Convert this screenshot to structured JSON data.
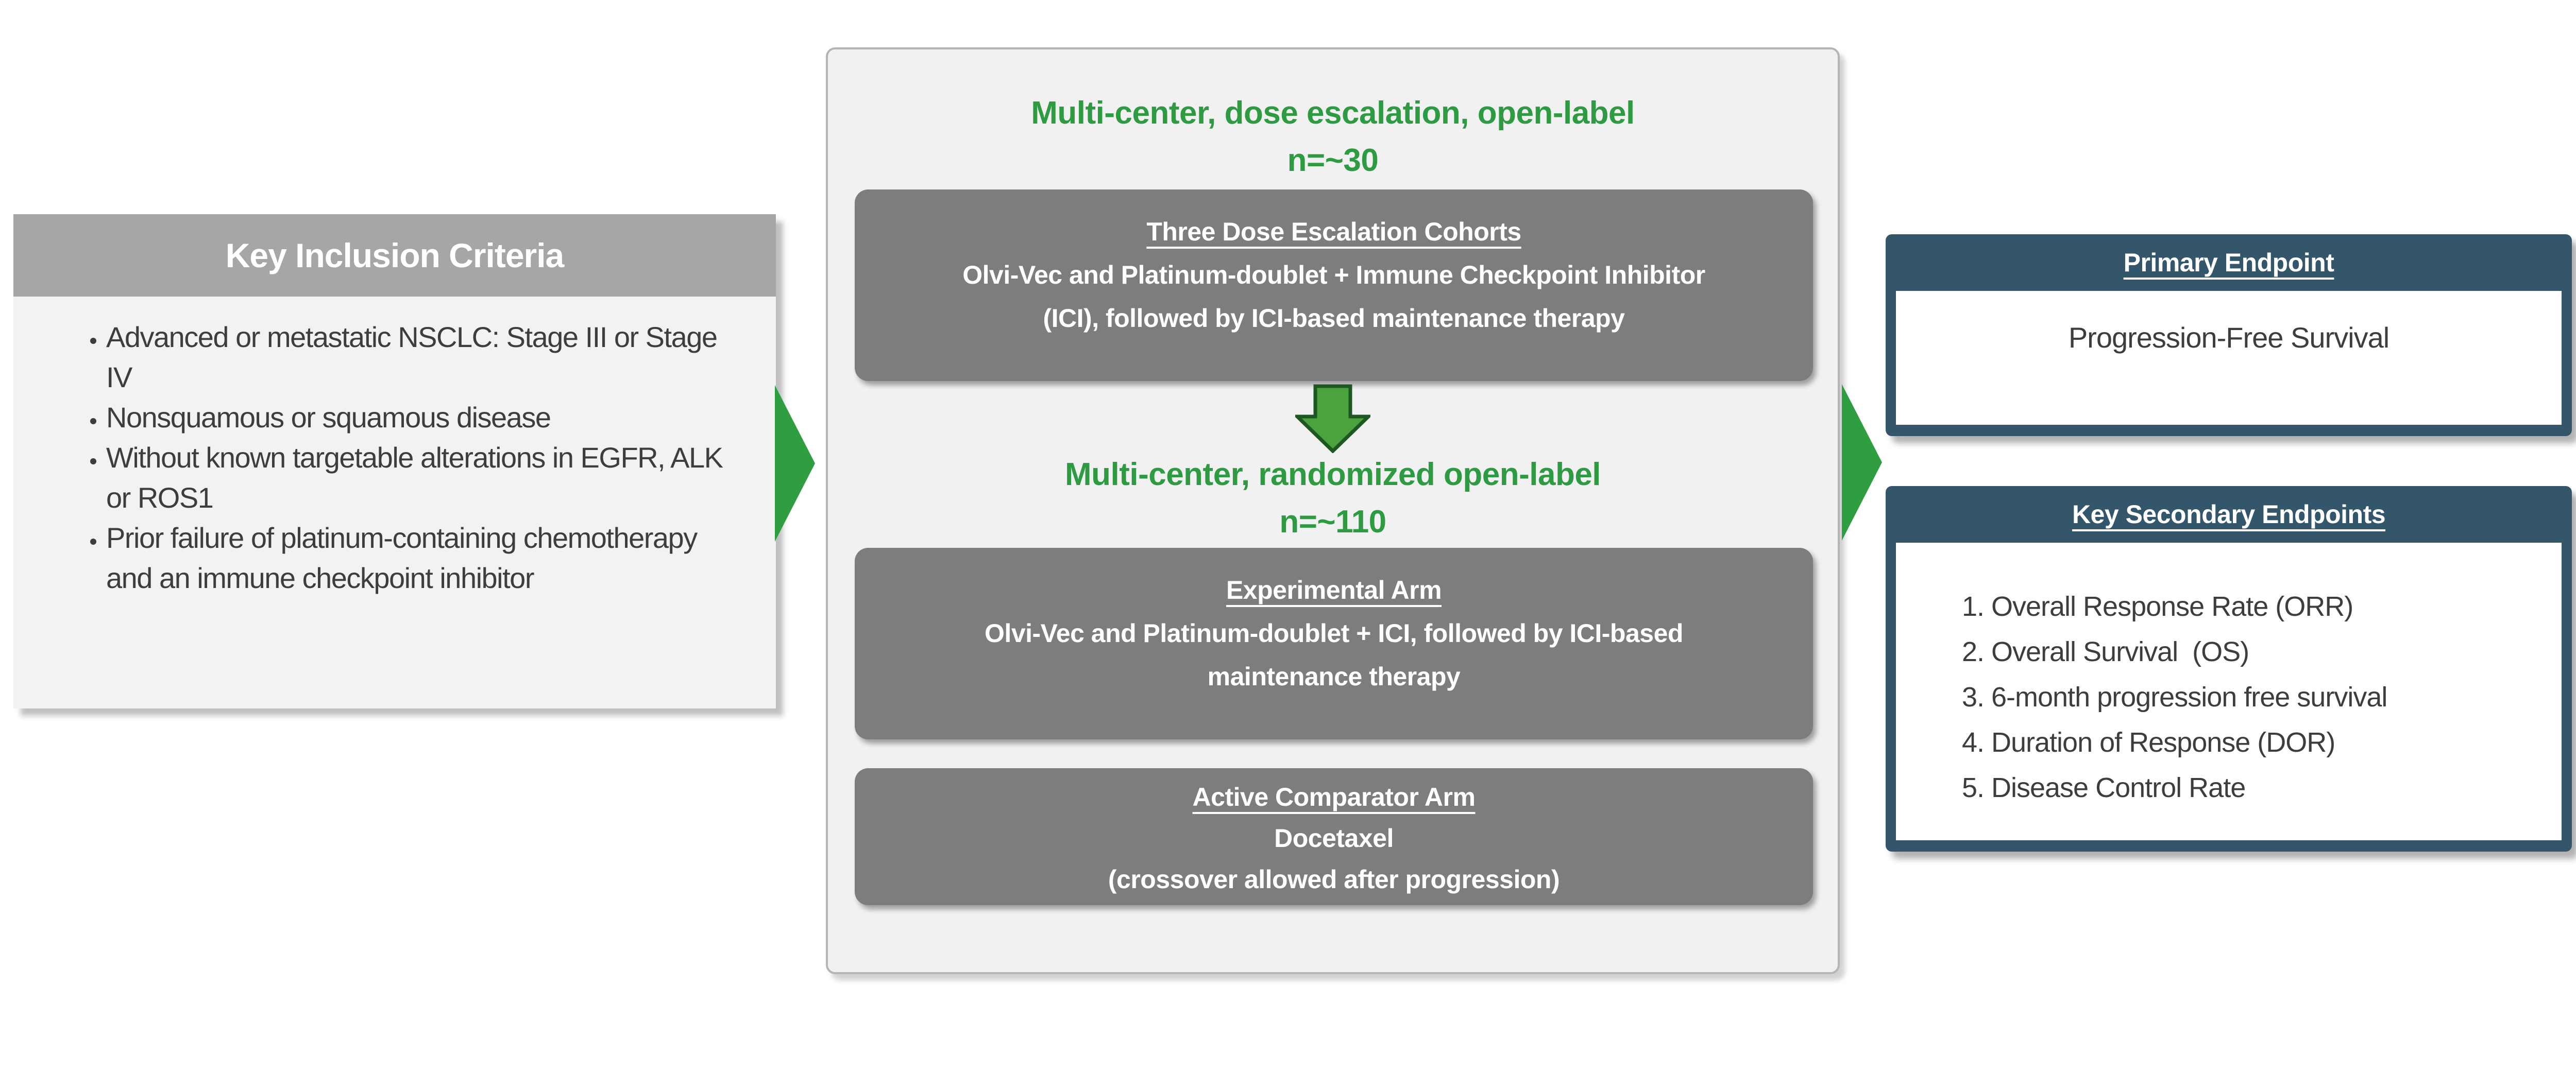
{
  "left_box": {
    "title": "Key Inclusion Criteria",
    "bullets": [
      "Advanced or metastatic NSCLC: Stage III or Stage IV",
      "Nonsquamous or squamous disease",
      "Without known targetable alterations in EGFR, ALK or ROS1",
      "Prior failure of platinum-containing chemotherapy and an immune checkpoint inhibitor"
    ]
  },
  "center_panel": {
    "phase1": {
      "heading_line1": "Multi-center, dose escalation, open-label",
      "heading_line2": "n=~30",
      "cohort_box": {
        "title": "Three Dose Escalation Cohorts",
        "lines": [
          "Olvi-Vec and Platinum-doublet + Immune Checkpoint Inhibitor",
          "(ICI), followed by ICI-based maintenance therapy"
        ]
      }
    },
    "phase2": {
      "heading_line1": "Multi-center, randomized open-label",
      "heading_line2": "n=~110",
      "experimental_box": {
        "title": "Experimental Arm",
        "lines": [
          "Olvi-Vec and Platinum-doublet + ICI, followed by ICI-based",
          "maintenance therapy"
        ]
      },
      "comparator_box": {
        "title": "Active Comparator Arm",
        "lines": [
          "Docetaxel",
          "(crossover allowed after progression)"
        ]
      }
    }
  },
  "endpoints": {
    "primary": {
      "title": "Primary Endpoint",
      "body": "Progression-Free Survival"
    },
    "secondary": {
      "title": "Key Secondary Endpoints",
      "items": [
        "Overall Response Rate (ORR)",
        "Overall Survival  (OS)",
        "6-month progression free survival",
        "Duration of Response (DOR)",
        "Disease Control Rate"
      ]
    }
  },
  "icons": {
    "flow_arrow_right": "▶",
    "flow_arrow_down": "⬇"
  },
  "colors": {
    "accent_green": "#2f9e41",
    "green_text": "#2e9b43",
    "down_arrow_fill": "#4ba33e",
    "down_arrow_stroke": "#1f5723",
    "teal": "#33566b",
    "gray_box": "#7d7d7d",
    "header_gray": "#a6a6a6",
    "panel_bg": "#f1f1f1",
    "light_bg": "#f2f2f2",
    "body_text": "#3d3d3d"
  }
}
